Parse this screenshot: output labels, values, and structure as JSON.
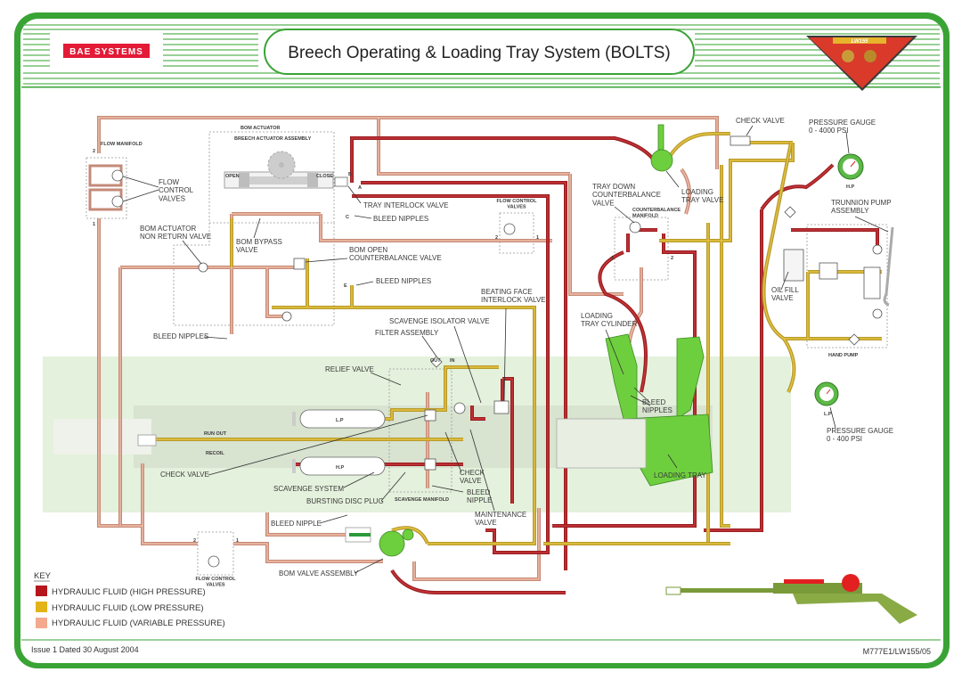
{
  "header": {
    "brand": "BAE SYSTEMS",
    "title": "Breech Operating & Loading Tray System (BOLTS)",
    "badge_text": "LW155"
  },
  "colors": {
    "frame_green": "#3aa335",
    "brand_red": "#e31b37",
    "high_pressure": "#b5151b",
    "low_pressure": "#e2b419",
    "variable_pressure": "#f4a98e",
    "component_green": "#6ecf3e"
  },
  "labels": {
    "flow_manifold": "FLOW MANIFOLD",
    "flow_manifold_port2": "2",
    "flow_manifold_port1": "1",
    "flow_control_valves_left": "FLOW\nCONTROL\nVALVES",
    "bom_actuator": "BOM ACTUATOR",
    "breech_actuator_assembly": "BREECH ACTUATOR ASSEMBLY",
    "open": "OPEN",
    "close": "CLOSE",
    "port_b": "B",
    "port_a": "A",
    "port_c": "C",
    "port_e": "E",
    "tray_interlock_valve": "TRAY INTERLOCK VALVE",
    "bleed_nipples_c": "BLEED NIPPLES",
    "bom_actuator_nrv": "BOM ACTUATOR\nNON RETURN VALVE",
    "bom_bypass_valve": "BOM BYPASS\nVALVE",
    "bom_open_cbv": "BOM OPEN\nCOUNTERBALANCE VALVE",
    "bleed_nipples_e": "BLEED NIPPLES",
    "bleed_nipples_left": "BLEED NIPPLES",
    "flow_control_valves_top": "FLOW CONTROL\nVALVES",
    "beating_face_interlock": "BEATING FACE\nINTERLOCK VALVE",
    "scavenge_isolator_valve": "SCAVENGE ISOLATOR VALVE",
    "filter_assembly": "FILTER ASSEMBLY",
    "out": "OUT",
    "in": "IN",
    "relief_valve": "RELIEF VALVE",
    "lp_tank": "L.P",
    "hp_tank": "H.P",
    "run_out": "RUN OUT",
    "recoil": "RECOIL",
    "check_valve_left": "CHECK VALVE",
    "scavenge_system": "SCAVENGE SYSTEM",
    "bursting_disc_plug": "BURSTING DISC PLUG",
    "scavenge_manifold": "SCAVENGE MANIFOLD",
    "check_valve_mid": "CHECK\nVALVE",
    "bleed_nipple_mid": "BLEED\nNIPPLE",
    "maintenance_valve": "MAINTENANCE\nVALVE",
    "bleed_nipple_low": "BLEED NIPPLE",
    "flow_control_valves_bottom": "FLOW CONTROL\nVALVES",
    "bom_valve_assembly": "BOM VALVE ASSEMBLY",
    "check_valve_top": "CHECK VALVE",
    "loading_tray_valve": "LOADING\nTRAY VALVE",
    "tray_down_cbv": "TRAY DOWN\nCOUNTERBALANCE\nVALVE",
    "counterbalance_manifold": "COUNTERBALANCE\nMANIFOLD",
    "loading_tray_cylinder": "LOADING\nTRAY CYLINDER",
    "bleed_nipples_tray": "BLEED\nNIPPLES",
    "loading_tray": "LOADING TRAY",
    "pressure_gauge_hp": "PRESSURE GAUGE\n0 - 4000 PSI",
    "hp_gauge": "H.P",
    "trunnion_pump_assembly": "TRUNNION PUMP\nASSEMBLY",
    "oil_fill_valve": "OIL FILL\nVALVE",
    "hand_pump": "HAND PUMP",
    "pressure_gauge_lp": "PRESSURE GAUGE\n0 - 400 PSI",
    "lp_gauge": "L.P"
  },
  "key": {
    "heading": "KEY",
    "items": [
      {
        "label": "HYDRAULIC FLUID (HIGH PRESSURE)",
        "color": "#b5151b"
      },
      {
        "label": "HYDRAULIC FLUID (LOW PRESSURE)",
        "color": "#e2b419"
      },
      {
        "label": "HYDRAULIC FLUID (VARIABLE PRESSURE)",
        "color": "#f4a98e"
      }
    ]
  },
  "footer": {
    "issue": "Issue 1 Dated 30 August 2004",
    "doc_ref": "M777E1/LW155/05"
  }
}
